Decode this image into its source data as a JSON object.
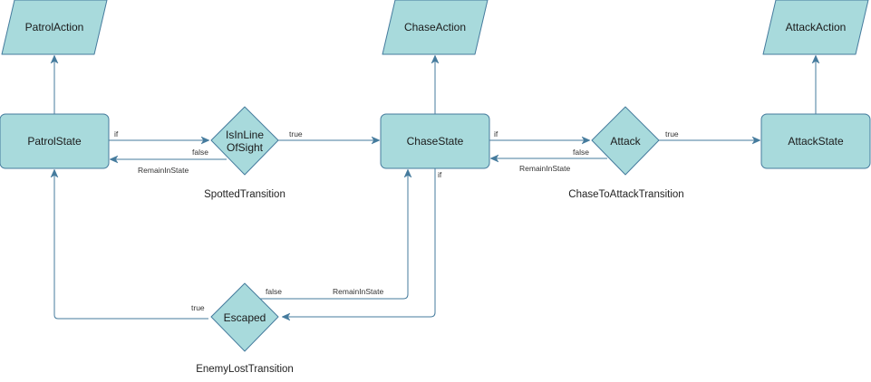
{
  "colors": {
    "fill": "#a8dadc",
    "stroke": "#457b9d"
  },
  "actions": {
    "patrol": "PatrolAction",
    "chase": "ChaseAction",
    "attack": "AttackAction"
  },
  "states": {
    "patrol": "PatrolState",
    "chase": "ChaseState",
    "attack": "AttackState"
  },
  "decisions": {
    "line_of_sight": [
      "IsInLine",
      "OfSight"
    ],
    "attack": "Attack",
    "escaped": "Escaped"
  },
  "transitions": {
    "spotted": "SpottedTransition",
    "chase_to_attack": "ChaseToAttackTransition",
    "enemy_lost": "EnemyLostTransition"
  },
  "edge_labels": {
    "if": "if",
    "true": "true",
    "false": "false",
    "remain": "RemainInState"
  }
}
